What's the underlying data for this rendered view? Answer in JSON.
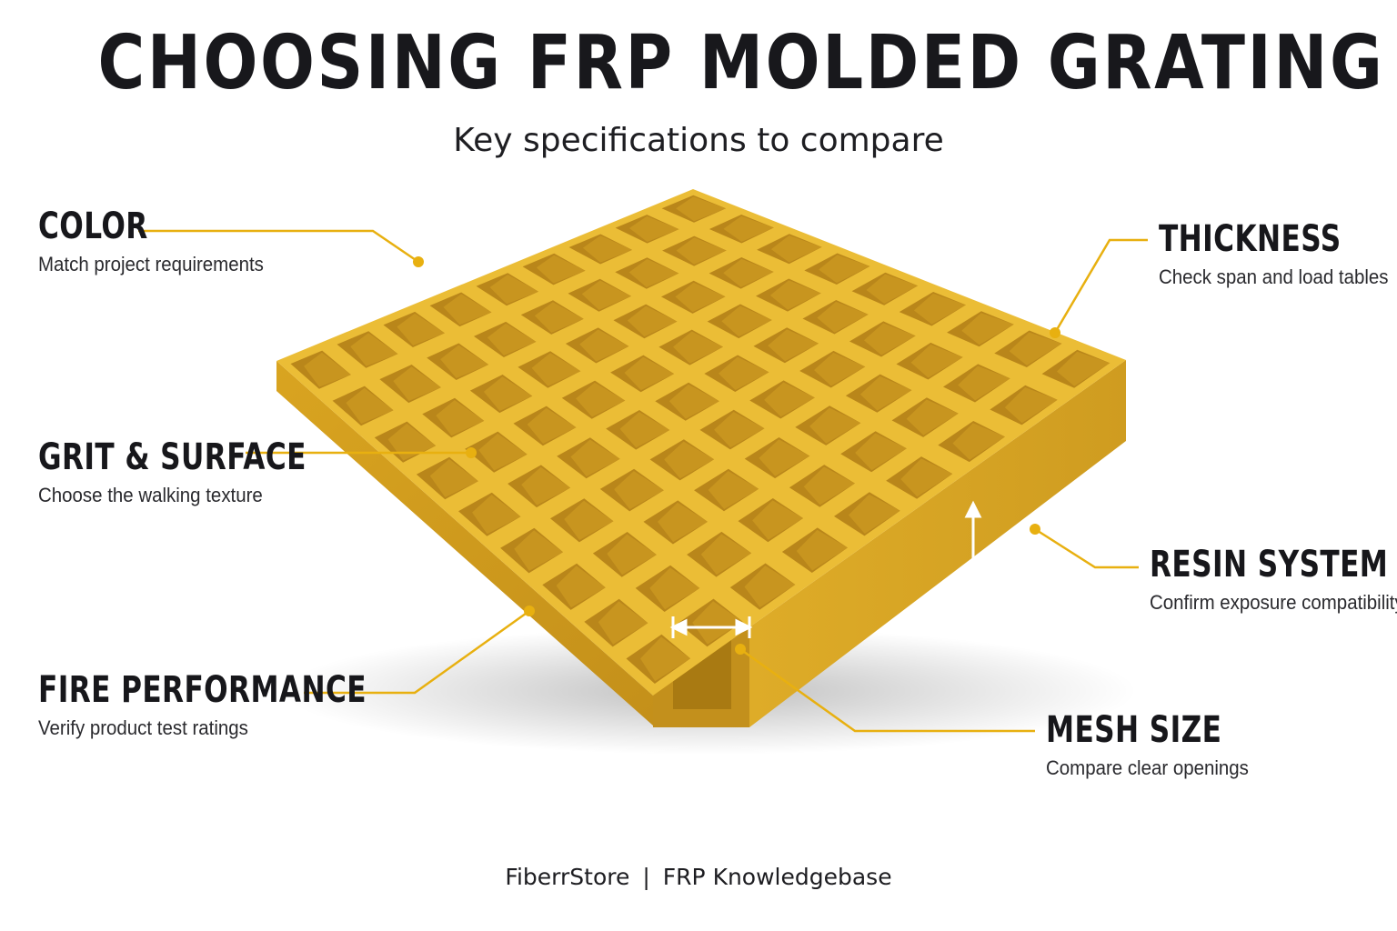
{
  "title": "CHOOSING FRP MOLDED GRATING",
  "subtitle": "Key specifications to compare",
  "callouts": {
    "color": {
      "heading": "COLOR",
      "desc": "Match project requirements"
    },
    "grit": {
      "heading": "GRIT & SURFACE",
      "desc": "Choose the walking texture"
    },
    "fire": {
      "heading": "FIRE PERFORMANCE",
      "desc": "Verify product test ratings"
    },
    "thickness": {
      "heading": "THICKNESS",
      "desc": "Check span and load tables"
    },
    "resin": {
      "heading": "RESIN SYSTEM",
      "desc": "Confirm exposure compatibility"
    },
    "mesh": {
      "heading": "MESH SIZE",
      "desc": "Compare clear openings"
    }
  },
  "footer": {
    "brand": "FiberrStore",
    "separator": "|",
    "section": "FRP Knowledgebase"
  },
  "colors": {
    "accent": "#E8B010",
    "grating": "#E6B52A",
    "grating_shadow": "#B8891A",
    "text": "#17171B"
  }
}
